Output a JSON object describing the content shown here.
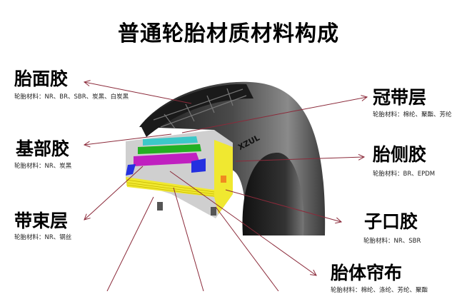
{
  "title": "普通轮胎材质材料构成",
  "parts": {
    "tread": {
      "name": "胎面胶",
      "materials": "轮胎材料：NR、BR、SBR、炭黑、白炭黑"
    },
    "base": {
      "name": "基部胶",
      "materials": "轮胎材料：NR、炭黑"
    },
    "belt": {
      "name": "带束层",
      "materials": "轮胎材料：NR、钢丝"
    },
    "cap_ply": {
      "name": "冠带层",
      "materials": "轮胎材料：棉纶、聚酯、芳纶"
    },
    "sidewall": {
      "name": "胎侧胶",
      "materials": "轮胎材料：BR、EPDM"
    },
    "bead": {
      "name": "子口胶",
      "materials": "轮胎材料：NR、SBR"
    },
    "carcass": {
      "name": "胎体帘布",
      "materials": "轮胎材料：棉纶、涤纶、芳纶、聚酯"
    }
  },
  "tire_sidewall_text": "XZUL",
  "colors": {
    "arrow": "#8b2a3a",
    "tire": "#2e2e2e",
    "cyan": "#3cc8c8",
    "green": "#22b022",
    "magenta": "#c020c0",
    "blue": "#2430e0",
    "yellow": "#f0e830"
  }
}
